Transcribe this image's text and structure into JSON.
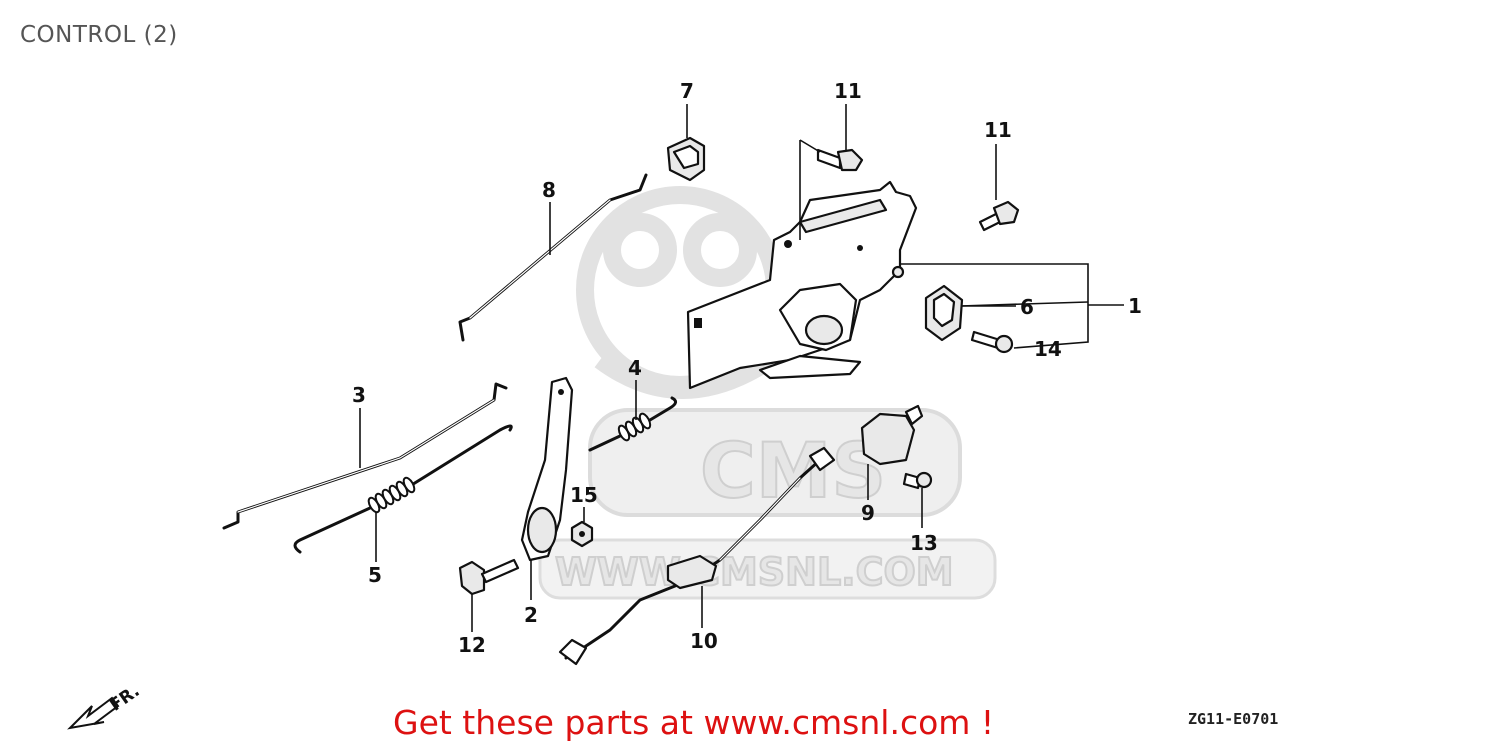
{
  "page": {
    "title": "CONTROL (2)"
  },
  "watermark": {
    "brand": "CMS",
    "url": "WWW.CMSNL.COM"
  },
  "callouts": [
    {
      "id": "1",
      "label": "1"
    },
    {
      "id": "2",
      "label": "2"
    },
    {
      "id": "3",
      "label": "3"
    },
    {
      "id": "4",
      "label": "4"
    },
    {
      "id": "5",
      "label": "5"
    },
    {
      "id": "6",
      "label": "6"
    },
    {
      "id": "7",
      "label": "7"
    },
    {
      "id": "8",
      "label": "8"
    },
    {
      "id": "9",
      "label": "9"
    },
    {
      "id": "10",
      "label": "10"
    },
    {
      "id": "11a",
      "label": "11"
    },
    {
      "id": "11b",
      "label": "11"
    },
    {
      "id": "12",
      "label": "12"
    },
    {
      "id": "13",
      "label": "13"
    },
    {
      "id": "14",
      "label": "14"
    },
    {
      "id": "15",
      "label": "15"
    }
  ],
  "front_indicator": {
    "label": "FR."
  },
  "footer": {
    "promo": "Get these parts at www.cmsnl.com !",
    "drawing_code": "ZG11-E0701"
  },
  "colors": {
    "promo": "#dd1111",
    "line": "#111111",
    "watermark": "#e6e6e6"
  }
}
